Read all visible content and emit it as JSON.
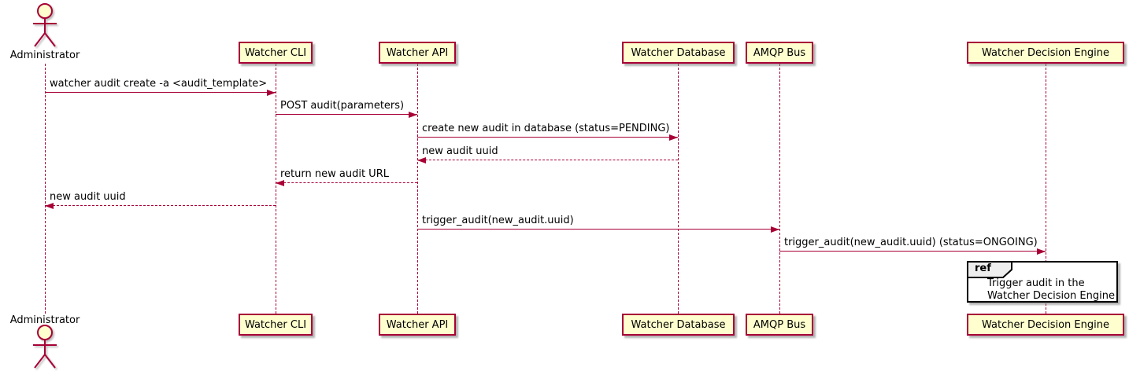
{
  "diagram_type": "uml-sequence",
  "actor": {
    "label": "Administrator"
  },
  "participants": [
    {
      "label": "Watcher CLI"
    },
    {
      "label": "Watcher API"
    },
    {
      "label": "Watcher Database"
    },
    {
      "label": "AMQP Bus"
    },
    {
      "label": "Watcher Decision Engine"
    }
  ],
  "messages": [
    {
      "from": "Administrator",
      "to": "Watcher CLI",
      "style": "solid",
      "label": "watcher audit create -a <audit_template>"
    },
    {
      "from": "Watcher CLI",
      "to": "Watcher API",
      "style": "solid",
      "label": "POST audit(parameters)"
    },
    {
      "from": "Watcher API",
      "to": "Watcher Database",
      "style": "solid",
      "label": "create new audit in database (status=PENDING)"
    },
    {
      "from": "Watcher Database",
      "to": "Watcher API",
      "style": "dashed",
      "label": "new audit uuid"
    },
    {
      "from": "Watcher API",
      "to": "Watcher CLI",
      "style": "dashed",
      "label": "return new audit URL"
    },
    {
      "from": "Watcher CLI",
      "to": "Administrator",
      "style": "dashed",
      "label": "new audit uuid"
    },
    {
      "from": "Watcher API",
      "to": "AMQP Bus",
      "style": "solid",
      "label": "trigger_audit(new_audit.uuid)"
    },
    {
      "from": "AMQP Bus",
      "to": "Watcher Decision Engine",
      "style": "solid",
      "label": "trigger_audit(new_audit.uuid) (status=ONGOING)"
    }
  ],
  "ref": {
    "keyword": "ref",
    "lines": [
      "Trigger audit in the",
      "Watcher Decision Engine"
    ]
  },
  "colors": {
    "participant_fill": "#FEFECE",
    "participant_border": "#A80036",
    "line": "#A80036",
    "text": "#000000",
    "ref_border": "#000000",
    "ref_keyword_fill": "#EEEEEE"
  }
}
